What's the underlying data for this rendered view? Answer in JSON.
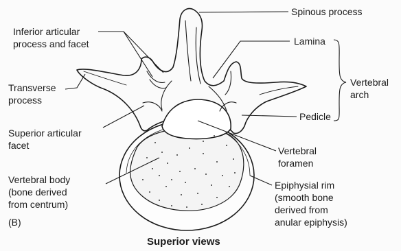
{
  "figure": {
    "panel_letter": "(B)",
    "caption": "Superior views",
    "labels": {
      "spinous_process": "Spinous process",
      "inferior_articular_1": "Inferior articular",
      "inferior_articular_2": "process and facet",
      "lamina": "Lamina",
      "vertebral_arch_1": "Vertebral",
      "vertebral_arch_2": "arch",
      "transverse_process_1": "Transverse",
      "transverse_process_2": "process",
      "pedicle": "Pedicle",
      "superior_articular_1": "Superior articular",
      "superior_articular_2": "facet",
      "vertebral_foramen_1": "Vertebral",
      "vertebral_foramen_2": "foramen",
      "vertebral_body_1": "Vertebral body",
      "vertebral_body_2": "(bone derived",
      "vertebral_body_3": "from centrum)",
      "epiphysial_rim_1": "Epiphysial rim",
      "epiphysial_rim_2": "(smooth bone",
      "epiphysial_rim_3": "derived from",
      "epiphysial_rim_4": "anular epiphysis)"
    }
  }
}
